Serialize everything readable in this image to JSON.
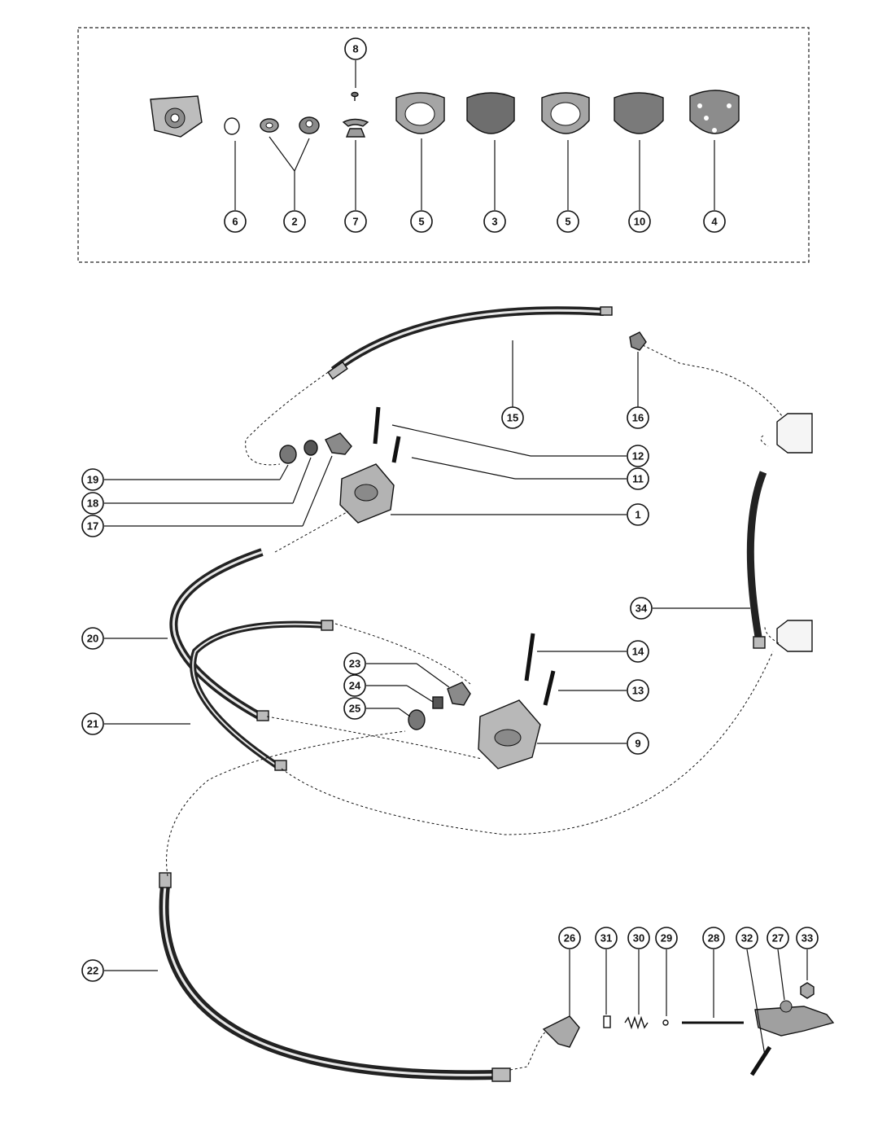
{
  "diagram": {
    "callouts": [
      {
        "id": "c8",
        "text": "8"
      },
      {
        "id": "c6",
        "text": "6"
      },
      {
        "id": "c2",
        "text": "2"
      },
      {
        "id": "c7",
        "text": "7"
      },
      {
        "id": "c5a",
        "text": "5"
      },
      {
        "id": "c3",
        "text": "3"
      },
      {
        "id": "c5b",
        "text": "5"
      },
      {
        "id": "c10",
        "text": "10"
      },
      {
        "id": "c4",
        "text": "4"
      },
      {
        "id": "c15",
        "text": "15"
      },
      {
        "id": "c16",
        "text": "16"
      },
      {
        "id": "c12",
        "text": "12"
      },
      {
        "id": "c11",
        "text": "11"
      },
      {
        "id": "c1",
        "text": "1"
      },
      {
        "id": "c19",
        "text": "19"
      },
      {
        "id": "c18",
        "text": "18"
      },
      {
        "id": "c17",
        "text": "17"
      },
      {
        "id": "c34",
        "text": "34"
      },
      {
        "id": "c20",
        "text": "20"
      },
      {
        "id": "c14",
        "text": "14"
      },
      {
        "id": "c23",
        "text": "23"
      },
      {
        "id": "c24",
        "text": "24"
      },
      {
        "id": "c25",
        "text": "25"
      },
      {
        "id": "c13",
        "text": "13"
      },
      {
        "id": "c21",
        "text": "21"
      },
      {
        "id": "c9",
        "text": "9"
      },
      {
        "id": "c22",
        "text": "22"
      },
      {
        "id": "c26",
        "text": "26"
      },
      {
        "id": "c31",
        "text": "31"
      },
      {
        "id": "c30",
        "text": "30"
      },
      {
        "id": "c29",
        "text": "29"
      },
      {
        "id": "c28",
        "text": "28"
      },
      {
        "id": "c32",
        "text": "32"
      },
      {
        "id": "c27",
        "text": "27"
      },
      {
        "id": "c33",
        "text": "33"
      }
    ]
  }
}
